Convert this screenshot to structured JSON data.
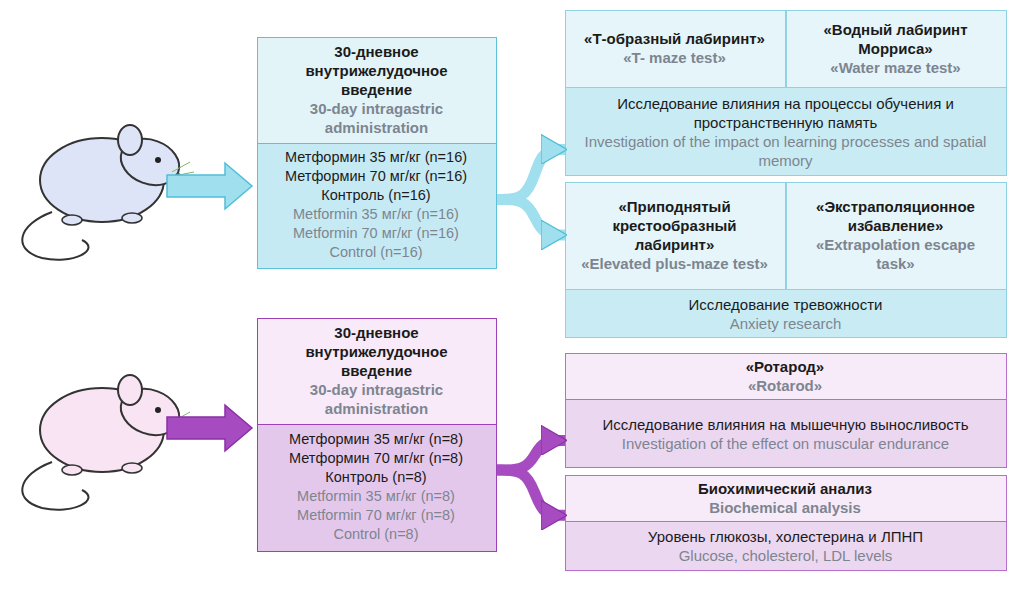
{
  "diagram": {
    "nodes": [
      {
        "text": [
          "30-дневное внутрижелудочное введение",
          "30-day intragastric administration"
        ]
      },
      {
        "text": [
          "Метформин 35 мг/кг (n=16)",
          "Метформин 70 мг/кг (n=16)",
          "Контроль (n=16)",
          "Metformin 35 мг/кг (n=16)",
          "Metformin 70 мг/кг (n=16)",
          "Control (n=16)"
        ],
        "in": 0
      },
      {
        "text": [
          "Исследование влияния на процессы обучения и пространственную память",
          "Investigation of the impact on learning processes and spatial memory"
        ]
      },
      {
        "text": [
          "«Т-образный лабиринт»",
          "«T- maze test»"
        ],
        "in": 2
      },
      {
        "text": [
          "«Водный лабиринт Морриса»",
          "«Water maze test»"
        ],
        "in": 2
      },
      {
        "text": [
          "Исследование тревожности",
          "Anxiety research"
        ]
      },
      {
        "text": [
          "«Приподнятый крестообразный лабиринт»",
          "«Elevated plus-maze test»"
        ],
        "in": 5
      },
      {
        "text": [
          "«Экстраполяционное избавление»",
          "«Extrapolation escape task»"
        ],
        "in": 5
      },
      {
        "text": [
          "30-дневное внутрижелудочное введение",
          "30-day intragastric administration"
        ]
      },
      {
        "text": [
          "Метформин 35 мг/кг (n=8)",
          "Метформин 70 мг/кг (n=8)",
          "Контроль (n=8)",
          "Metformin 35 мг/кг (n=8)",
          "Metformin 70 мг/кг (n=8)",
          "Control (n=8)"
        ],
        "in": 8
      },
      {
        "text": [
          "Исследование влияния на мышечную выносливость",
          "Investigation of the effect on muscular endurance"
        ]
      },
      {
        "text": [
          "«Ротарод»",
          "«Rotarod»"
        ],
        "in": 10
      },
      {
        "text": [
          "Уровень глюкозы, холестерина и ЛПНП",
          "Glucose, cholesterol, LDL levels"
        ]
      },
      {
        "text": [
          "Биохимический анализ",
          "Biochemical analysis"
        ],
        "in": 12
      }
    ],
    "edges": [
      {
        "from": 0,
        "to": 2,
        "arrow": "to"
      },
      {
        "from": 0,
        "to": 5,
        "arrow": "to"
      },
      {
        "from": 8,
        "to": 10,
        "arrow": "to"
      },
      {
        "from": 8,
        "to": 12,
        "arrow": "to"
      }
    ]
  }
}
